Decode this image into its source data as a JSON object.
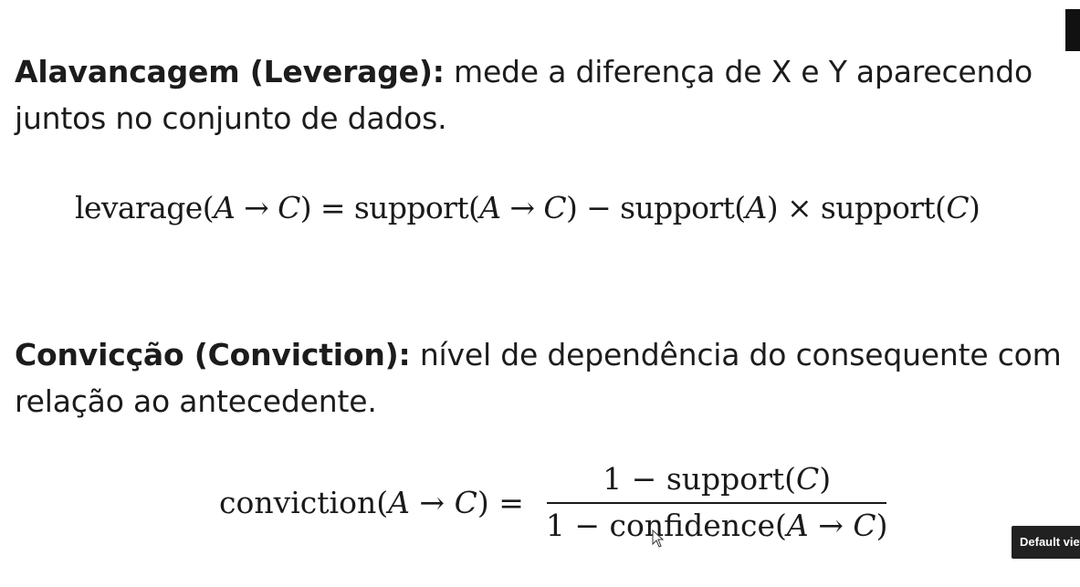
{
  "leverage": {
    "term": "Alavancagem (Leverage):",
    "description": " mede a diferença de X e Y aparecendo juntos no conjunto de dados.",
    "formula": {
      "lhs_fn": "levarage(",
      "lhs_a": "A",
      "lhs_arrow": " → ",
      "lhs_c": "C",
      "lhs_close": ")",
      "eq": " = ",
      "t1_fn": "support(",
      "t1_a": "A",
      "t1_arrow": " → ",
      "t1_c": "C",
      "t1_close": ")",
      "minus": " − ",
      "t2_fn": "support(",
      "t2_a": "A",
      "t2_close": ")",
      "times": " × ",
      "t3_fn": "support(",
      "t3_c": "C",
      "t3_close": ")"
    }
  },
  "conviction": {
    "term": "Convicção (Conviction):",
    "description": " nível de dependência do consequente com relação ao antecedente.",
    "formula": {
      "lhs_fn": "conviction(",
      "lhs_a": "A",
      "lhs_arrow": " → ",
      "lhs_c": "C",
      "lhs_close": ")",
      "eq": " =",
      "num_prefix": "1 − support(",
      "num_c": "C",
      "num_close": ")",
      "den_prefix": "1 − confidence(",
      "den_a": "A",
      "den_arrow": " → ",
      "den_c": "C",
      "den_close": ")"
    }
  },
  "overlay": {
    "default_view_label": "Default view"
  },
  "icons": {
    "cursor": "mouse-pointer-icon"
  }
}
